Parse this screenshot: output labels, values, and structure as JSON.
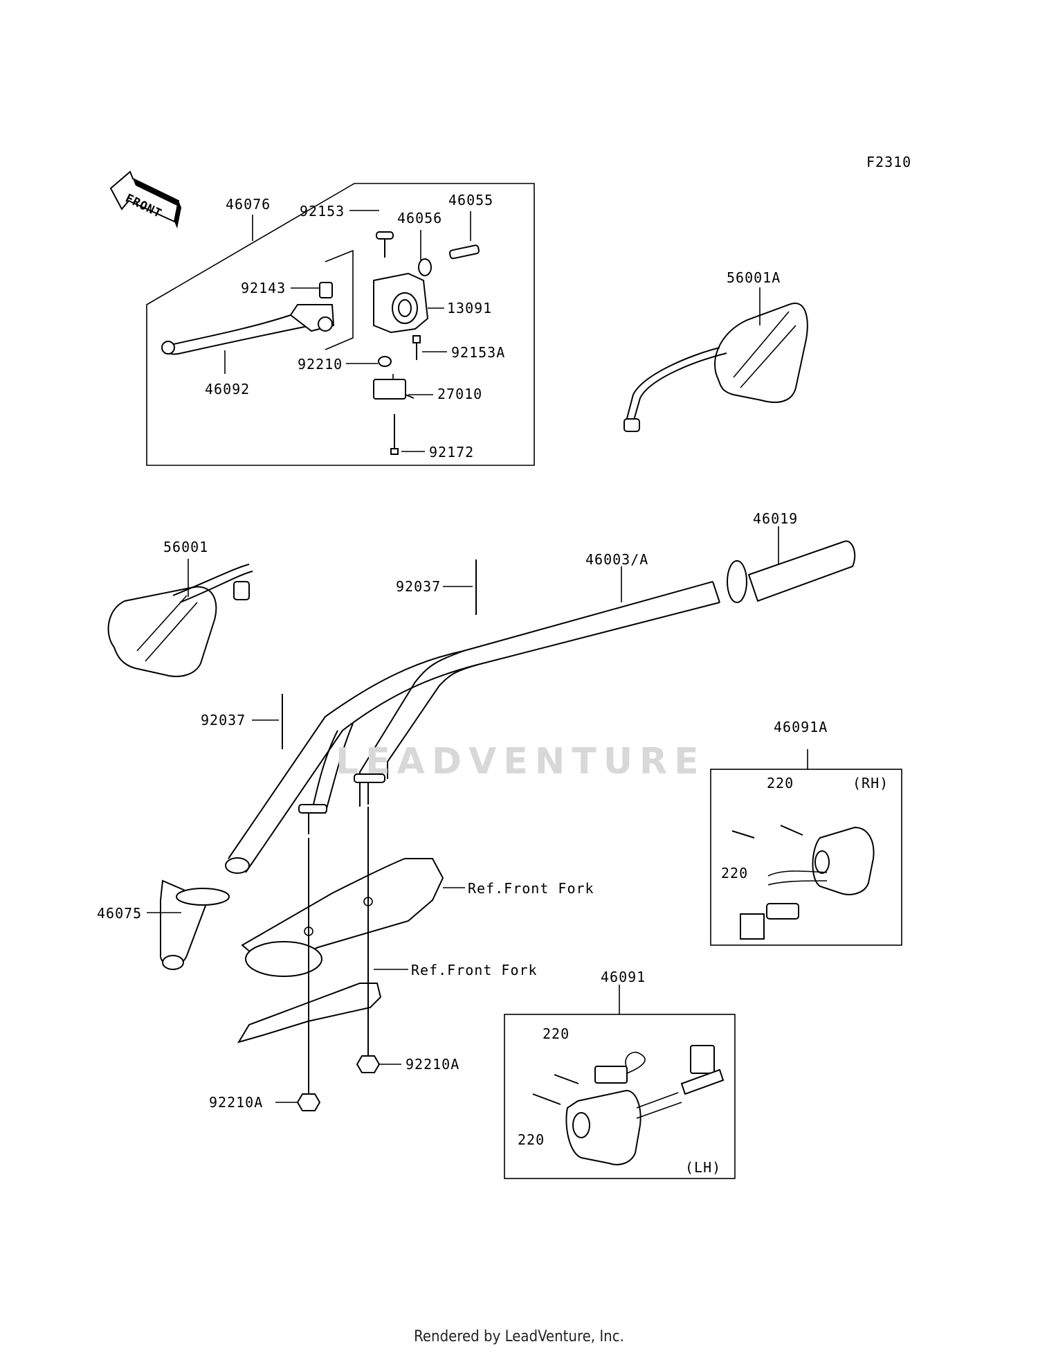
{
  "figure_code": "F2310",
  "front_label": "FRONT",
  "watermark": "LEADVENTURE",
  "footer": "Rendered by LeadVenture, Inc.",
  "labels": {
    "l46076": "46076",
    "l46055": "46055",
    "l46056": "46056",
    "l92153": "92153",
    "l92143": "92143",
    "l13091": "13091",
    "l92153A": "92153A",
    "l92210": "92210",
    "l46092": "46092",
    "l27010": "27010",
    "l92172": "92172",
    "l56001A": "56001A",
    "l56001": "56001",
    "l46019": "46019",
    "l46003A": "46003/A",
    "l92037a": "92037",
    "l92037b": "92037",
    "l46091A": "46091A",
    "l220a": "220",
    "rh": "(RH)",
    "l220b": "220",
    "l46075": "46075",
    "refFork1": "Ref.Front Fork",
    "refFork2": "Ref.Front Fork",
    "l46091": "46091",
    "l220c": "220",
    "l220d": "220",
    "lh": "(LH)",
    "l92210Ab": "92210A",
    "l92210Aa": "92210A"
  }
}
